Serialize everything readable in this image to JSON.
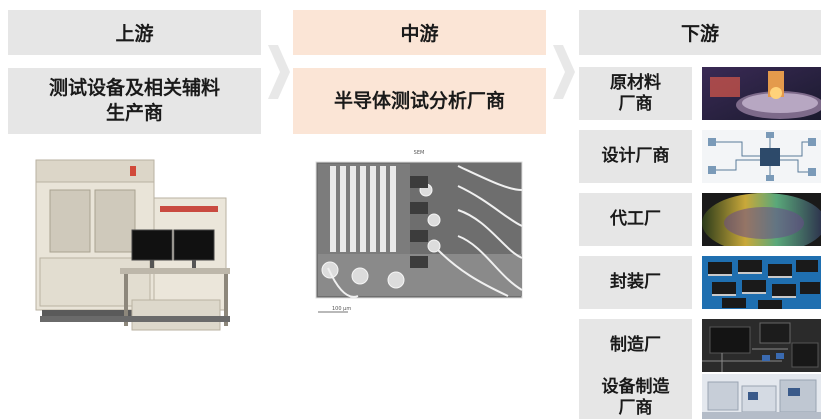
{
  "upstream": {
    "header": "上游",
    "subtitle_line1": "测试设备及相关辅料",
    "subtitle_line2": "生产商"
  },
  "midstream": {
    "header": "中游",
    "subtitle": "半导体测试分析厂商",
    "sem_label": "SEM",
    "scale_label": "100 μm"
  },
  "downstream": {
    "header": "下游",
    "items": [
      {
        "line1": "原材料",
        "line2": "厂商",
        "image": "wafer-processing-photo"
      },
      {
        "line1": "设计厂商",
        "line2": "",
        "image": "circuit-design-diagram"
      },
      {
        "line1": "代工厂",
        "line2": "",
        "image": "wafer-photo"
      },
      {
        "line1": "封装厂",
        "line2": "",
        "image": "packaged-chips-photo"
      },
      {
        "line1": "制造厂",
        "line2": "",
        "image": "circuit-board-photo"
      },
      {
        "line1": "设备制造",
        "line2": "厂商",
        "image": "equipment-factory-photo"
      }
    ]
  },
  "colors": {
    "gray_box": "#e6e6e6",
    "peach_box": "#fbe5d6",
    "chevron": "#e8e8e8",
    "text": "#1a1a1a"
  }
}
